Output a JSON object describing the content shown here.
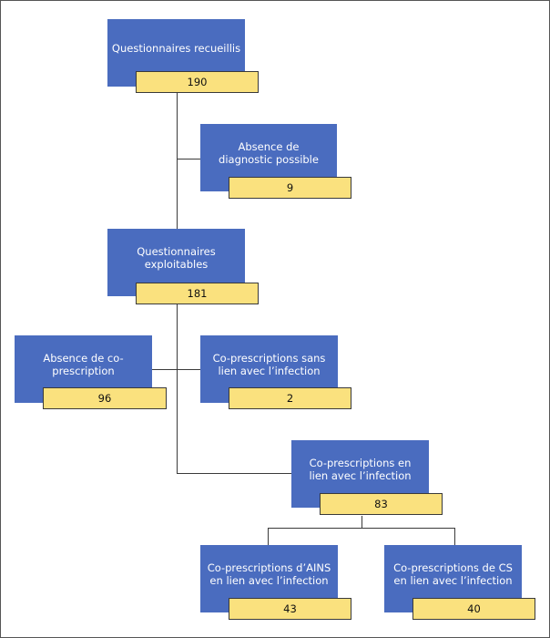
{
  "nodes": {
    "collected": {
      "label": "Questionnaires recueillis",
      "value": "190"
    },
    "no_diagnosis": {
      "label": "Absence de diagnostic possible",
      "value": "9"
    },
    "usable": {
      "label": "Questionnaires exploitables",
      "value": "181"
    },
    "no_coprescription": {
      "label": "Absence de co-prescription",
      "value": "96"
    },
    "unrelated": {
      "label": "Co-prescriptions sans lien avec l’infection",
      "value": "2"
    },
    "related": {
      "label": "Co-prescriptions en lien avec l’infection",
      "value": "83"
    },
    "nsaid": {
      "label": "Co-prescriptions d’AINS en lien avec l’infection",
      "value": "43"
    },
    "cs": {
      "label": "Co-prescriptions de CS en lien avec l’infection",
      "value": "40"
    }
  },
  "colors": {
    "box": "#4a6cbf",
    "value_box": "#fae17e",
    "line": "#3a3a3a"
  }
}
